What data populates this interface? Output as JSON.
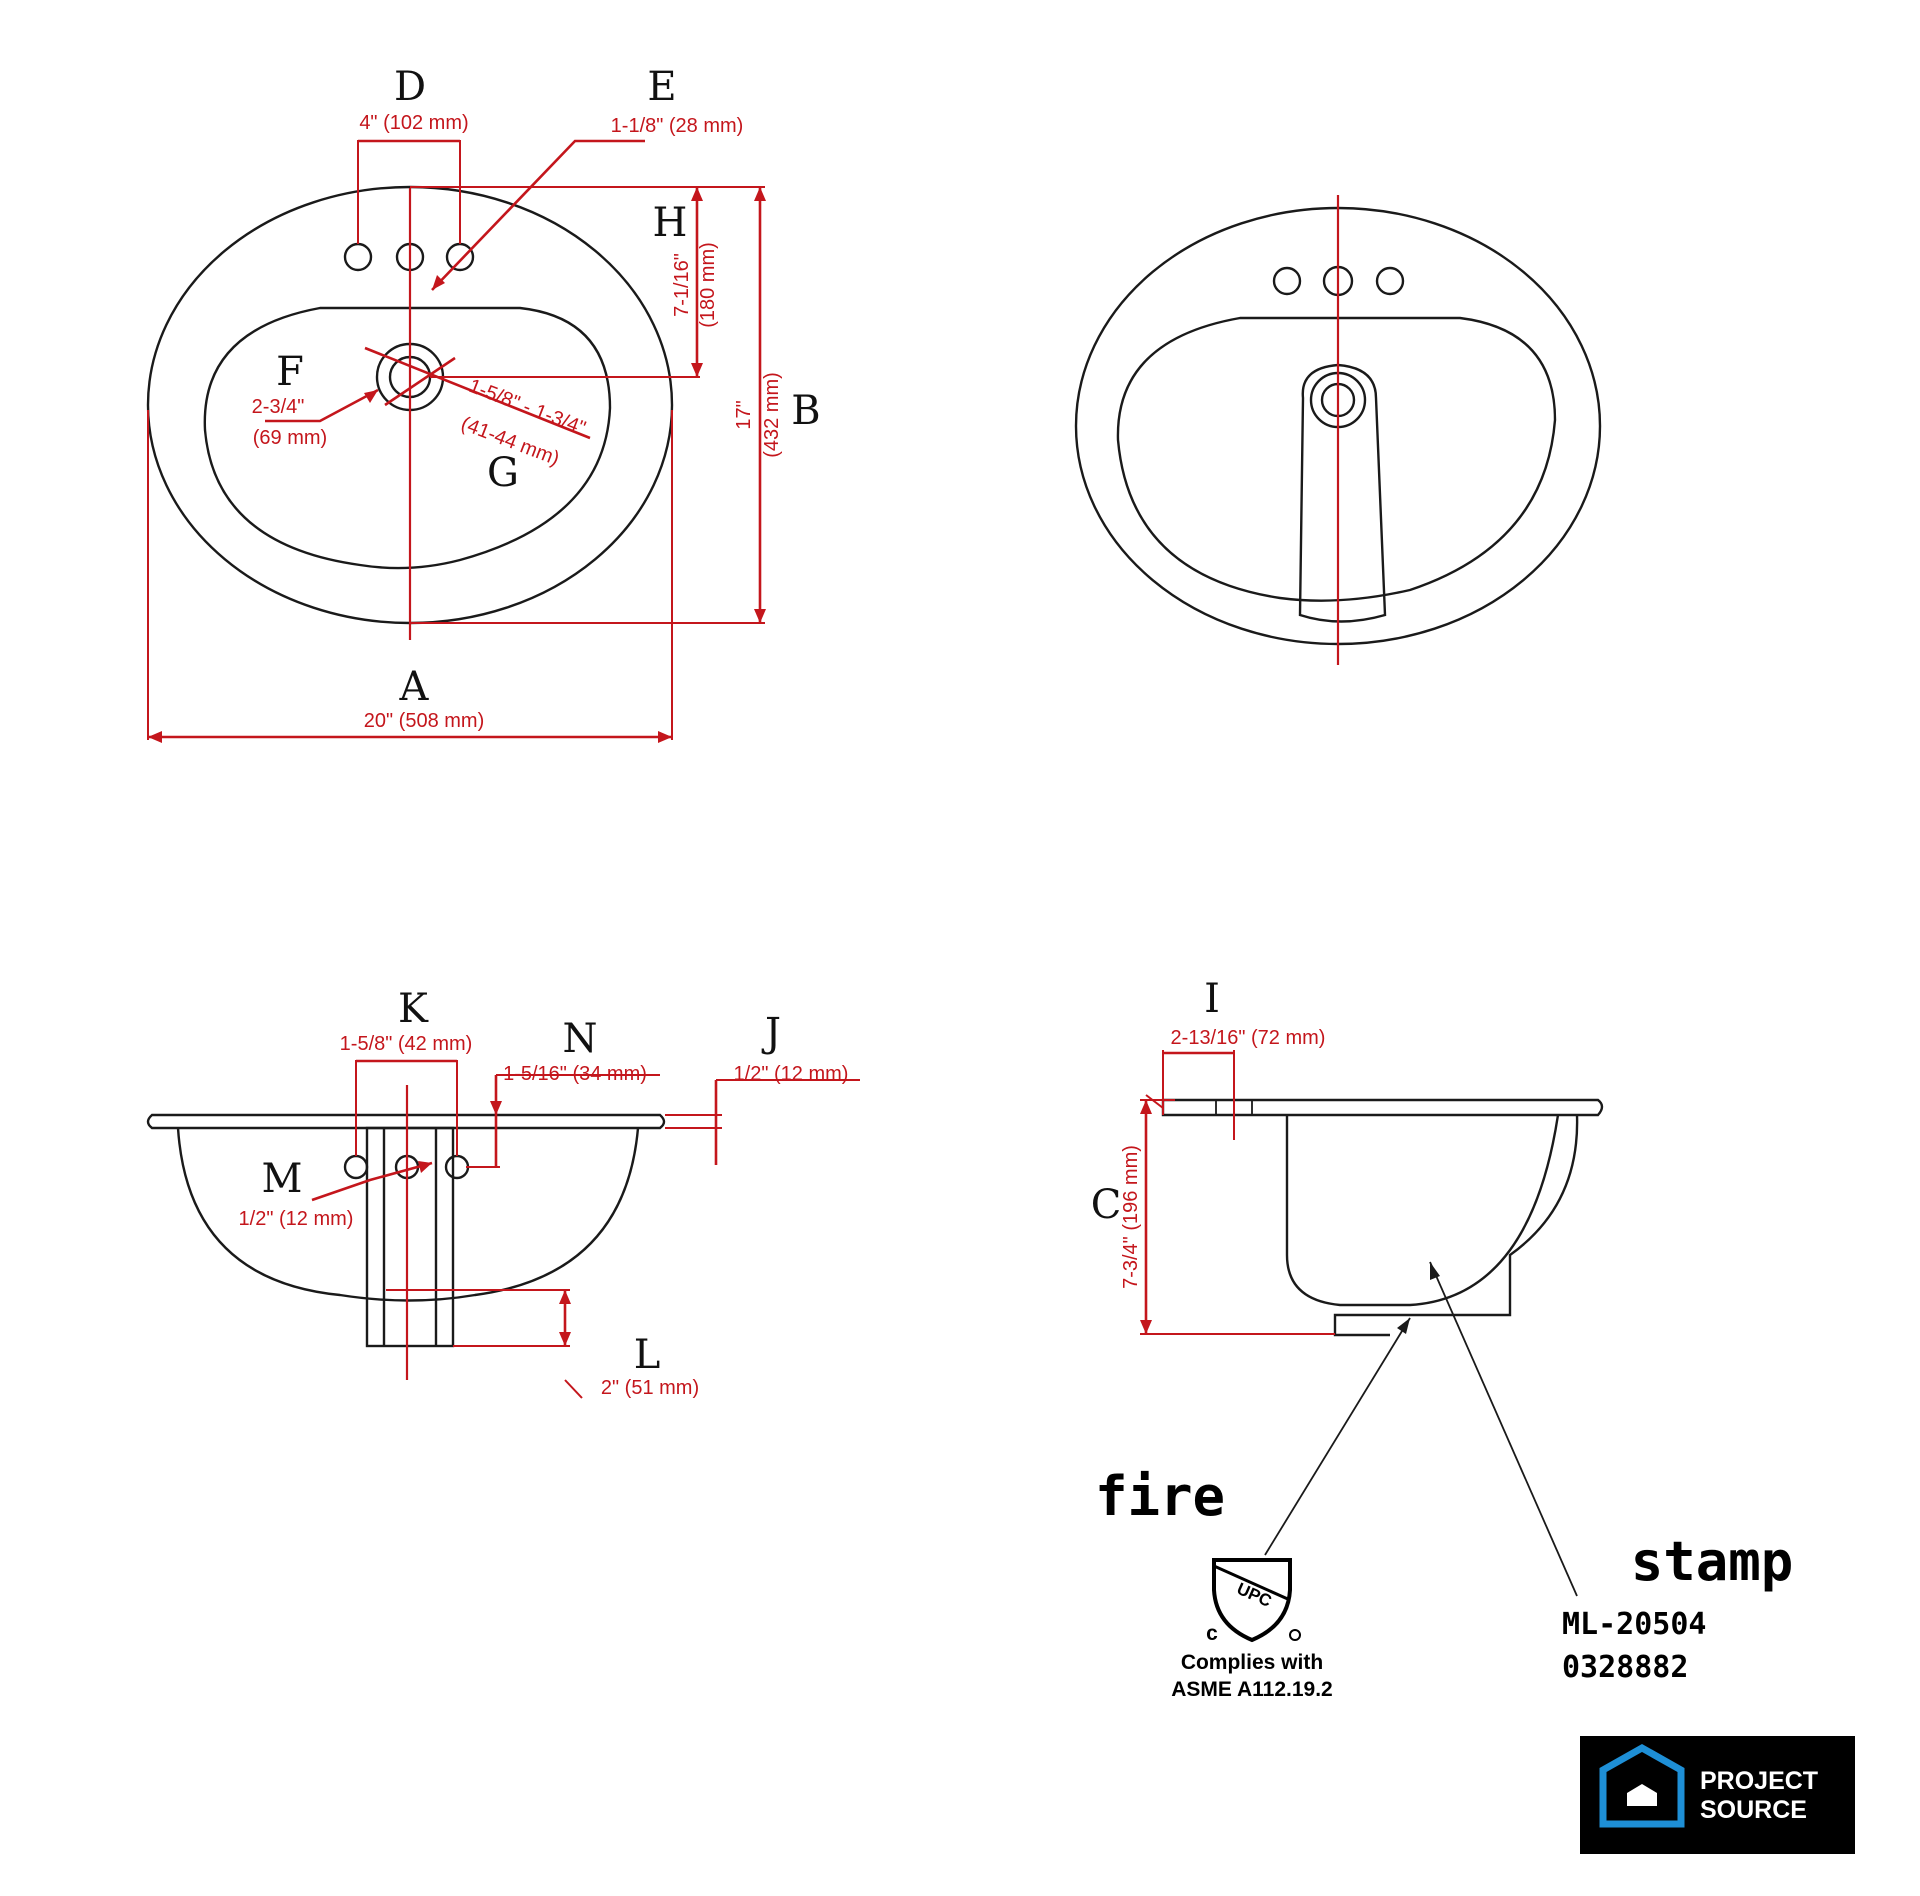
{
  "top_view": {
    "labels": {
      "A": "A",
      "B": "B",
      "D": "D",
      "E": "E",
      "F": "F",
      "G": "G",
      "H": "H"
    },
    "dims": {
      "A": "20\" (508 mm)",
      "B_in": "17\"",
      "B_mm": "(432 mm)",
      "D": "4\" (102 mm)",
      "E": "1-1/8\" (28 mm)",
      "F_in": "2-3/4\"",
      "F_mm": "(69 mm)",
      "G_in": "1-5/8\" - 1-3/4\"",
      "G_mm": "(41-44 mm)",
      "H_in": "7-1/16\"",
      "H_mm": "(180 mm)"
    }
  },
  "front_view": {
    "labels": {
      "K": "K",
      "N": "N",
      "J": "J",
      "M": "M",
      "L": "L"
    },
    "dims": {
      "K": "1-5/8\" (42 mm)",
      "N": "1-5/16\" (34 mm)",
      "J": "1/2\" (12 mm)",
      "M": "1/2\" (12 mm)",
      "L": "2\" (51 mm)"
    }
  },
  "side_view": {
    "labels": {
      "I": "I",
      "C": "C"
    },
    "dims": {
      "I": "2-13/16\" (72 mm)",
      "C": "7-3/4\" (196 mm)"
    }
  },
  "annotations": {
    "fire": "fire",
    "stamp": "stamp",
    "stamp_model": "ML-20504",
    "stamp_number": "0328882",
    "cert_line1": "Complies with",
    "cert_line2": "ASME A112.19.2",
    "cert_mark": "UPC",
    "cert_c": "c"
  },
  "logo": {
    "line1": "PROJECT",
    "line2": "SOURCE",
    "bg": "#000000",
    "accent": "#1e8fd6"
  },
  "colors": {
    "dimension": "#c4161c",
    "outline": "#1a1a1a"
  }
}
